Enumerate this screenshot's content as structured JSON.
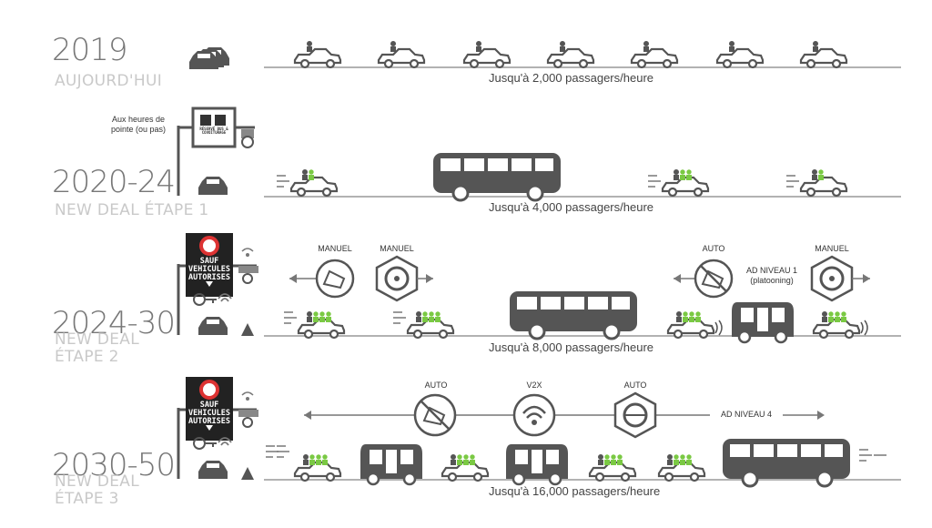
{
  "rows": [
    {
      "year": "2019",
      "stage": "AUJOURD'HUI",
      "capacity": "Jusqu'à 2,000 passagers/heure"
    },
    {
      "year": "2020-24",
      "stage": "NEW DEAL ÉTAPE 1",
      "capacity": "Jusqu'à 4,000 passagers/heure"
    },
    {
      "year": "2024-30",
      "stage": "NEW DEAL ÉTAPE 2",
      "capacity": "Jusqu'à 8,000 passagers/heure"
    },
    {
      "year": "2030-50",
      "stage": "NEW DEAL ÉTAPE 3",
      "capacity": "Jusqu'à 16,000 passagers/heure"
    }
  ],
  "row2": {
    "peak_note": "Aux heures de pointe (ou pas)",
    "sign_text": "RÉSERVÉ BUS & COVOITURAGE"
  },
  "row3": {
    "sign_text": "SAUF VEHICULES AUTORISES",
    "labels": [
      "MANUEL",
      "MANUEL",
      "AUTO",
      "MANUEL"
    ],
    "ad_level": "AD NIVEAU 1 (platooning)"
  },
  "row4": {
    "sign_text": "SAUF VEHICULES AUTORISES",
    "labels": [
      "AUTO",
      "V2X",
      "AUTO"
    ],
    "ad_level": "AD NIVEAU 4"
  },
  "colors": {
    "passenger_green": "#7ac943",
    "vehicle_gray": "#555555",
    "lane_line": "#999999"
  }
}
